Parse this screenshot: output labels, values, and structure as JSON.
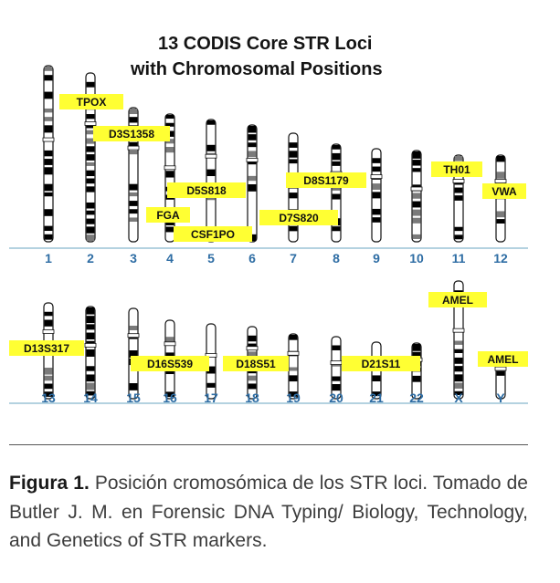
{
  "figure": {
    "title_lines": [
      "13 CODIS Core STR Loci",
      "with Chromosomal Positions"
    ],
    "row1": [
      "1",
      "2",
      "3",
      "4",
      "5",
      "6",
      "7",
      "8",
      "9",
      "10",
      "11",
      "12"
    ],
    "row2": [
      "13",
      "14",
      "15",
      "16",
      "17",
      "18",
      "19",
      "20",
      "21",
      "22",
      "X",
      "Y"
    ],
    "loci": [
      "TPOX",
      "D3S1358",
      "D5S818",
      "FGA",
      "CSF1PO",
      "D7S820",
      "D8S1179",
      "TH01",
      "VWA",
      "AMEL",
      "D13S317",
      "D16S539",
      "D18S51",
      "D21S11",
      "AMEL"
    ],
    "colors": {
      "chromosome_band": "#000000",
      "label_background": "#ffff33",
      "number_color": "#2e6da4",
      "baseline": "#9bc4d6"
    }
  },
  "caption": {
    "label": "Figura 1.",
    "text": " Posición cromosómica de los STR loci. Tomado de Butler J. M. en Forensic DNA Typing/ Biology, Technology, and Genetics of STR markers."
  }
}
